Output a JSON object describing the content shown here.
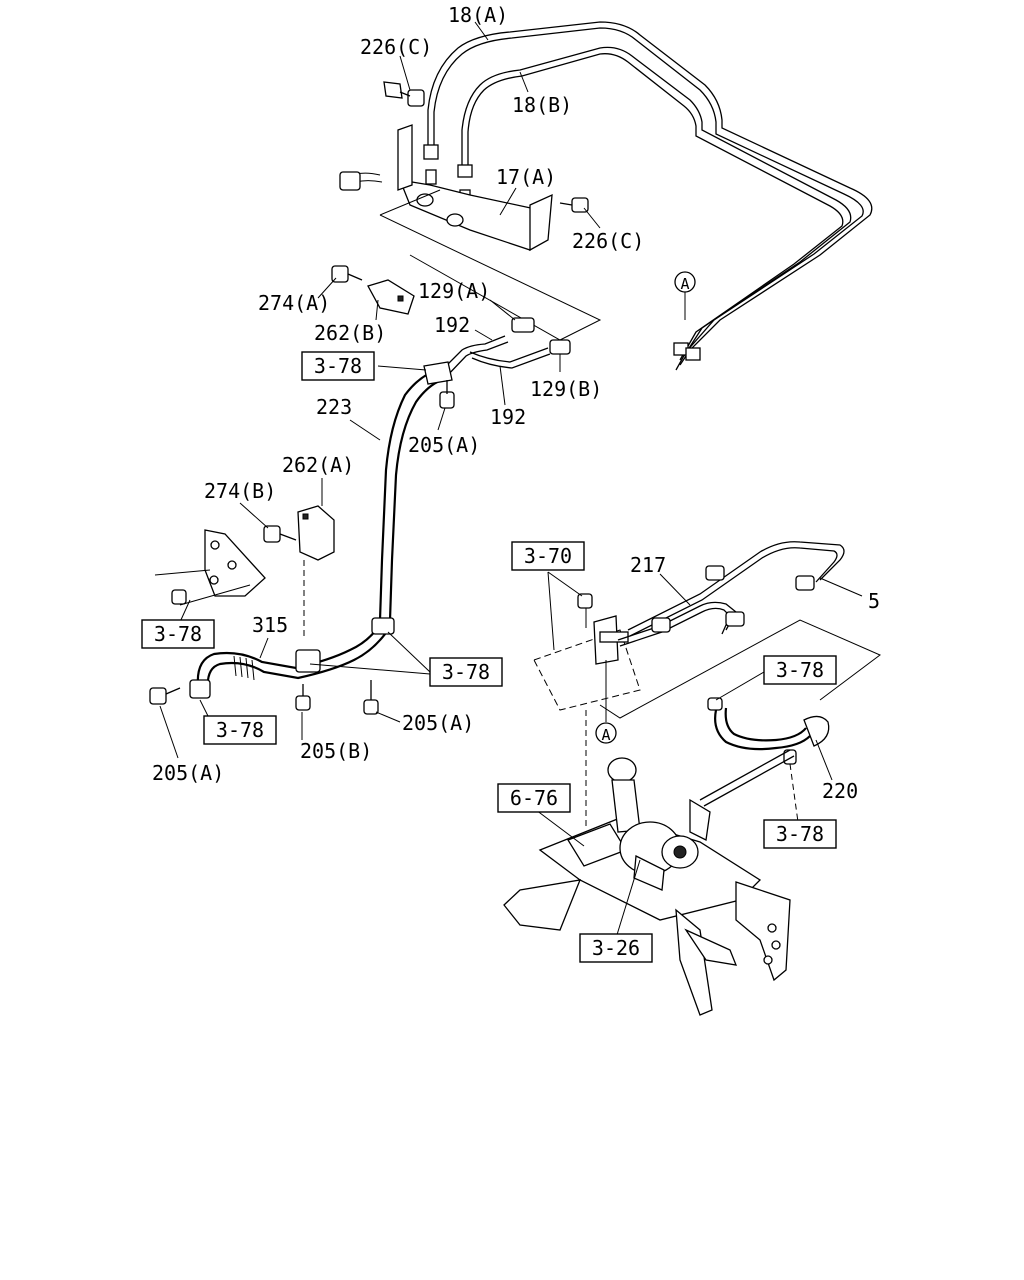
{
  "callouts": {
    "c18a": "18(A)",
    "c226c_top": "226(C)",
    "c18b": "18(B)",
    "c17a": "17(A)",
    "c226c_right": "226(C)",
    "c274a": "274(A)",
    "c129a": "129(A)",
    "c262b": "262(B)",
    "c192_top": "192",
    "c129b": "129(B)",
    "c192_bottom": "192",
    "c223": "223",
    "c205a_mid": "205(A)",
    "c262a": "262(A)",
    "c274b": "274(B)",
    "c315": "315",
    "c205a_right": "205(A)",
    "c205b": "205(B)",
    "c205a_left": "205(A)",
    "c217": "217",
    "c5": "5",
    "c220": "220"
  },
  "refs": {
    "r378_mid": "3-78",
    "r378_left": "3-78",
    "r378_hose": "3-78",
    "r378_bottom": "3-78",
    "r370": "3-70",
    "r378_right_top": "3-78",
    "r676": "6-76",
    "r378_right_bottom": "3-78",
    "r326": "3-26"
  },
  "markers": {
    "a_top": "A",
    "a_bottom": "A"
  }
}
